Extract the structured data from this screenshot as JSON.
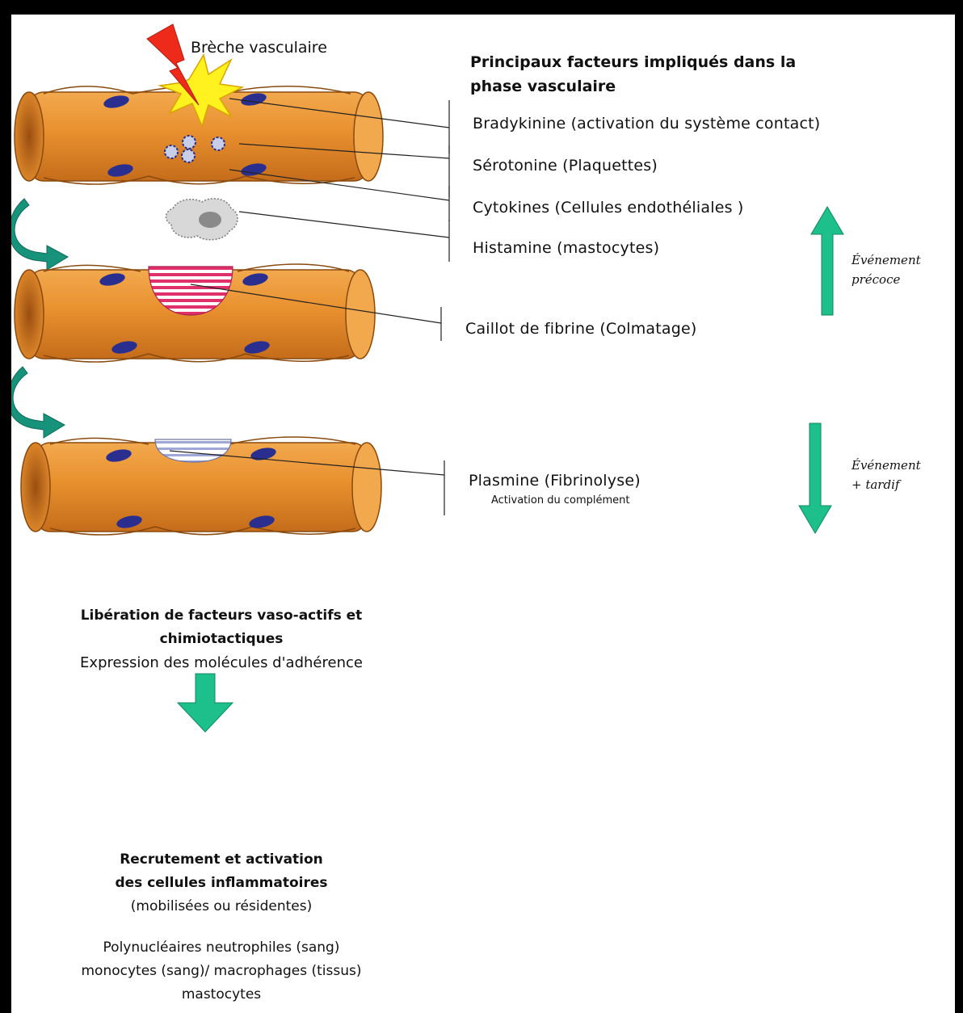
{
  "breach_label": "Brèche vasculaire",
  "heading": [
    "Principaux facteurs impliqués dans la",
    "phase vasculaire"
  ],
  "factors": [
    "Bradykinine (activation du système contact)",
    "Sérotonine (Plaquettes)",
    "Cytokines (Cellules endothéliales )",
    "Histamine (mastocytes)",
    "Caillot de fibrine (Colmatage)",
    "Plasmine (Fibrinolyse)"
  ],
  "plasmine_sub": "Activation du complément",
  "early_event": [
    "Événement",
    "précoce"
  ],
  "late_event": [
    "Événement",
    "+ tardif"
  ],
  "release": {
    "line1": "Libération de facteurs vaso-actifs et",
    "line2": "chimiotactiques",
    "line3": "Expression des molécules d'adhérence"
  },
  "recruit": {
    "line1": "Recrutement et activation",
    "line2": "des cellules inflammatoires",
    "line3": "(mobilisées ou résidentes)",
    "cells": [
      "Polynucléaires neutrophiles (sang)",
      "monocytes (sang)/ macrophages (tissus)",
      "mastocytes"
    ]
  },
  "colors": {
    "vessel": "#E8902E",
    "vessel_dark": "#B35E12",
    "nucleus": "#2A2F8F",
    "green_arrow": "#1DBF8A",
    "teal_arrow": "#16937A",
    "clot_stripe": "#E0306A",
    "plasmin_stripe": "#9FA7D6",
    "bolt_red": "#EE2A1B",
    "flash_yellow": "#FFF21E"
  }
}
